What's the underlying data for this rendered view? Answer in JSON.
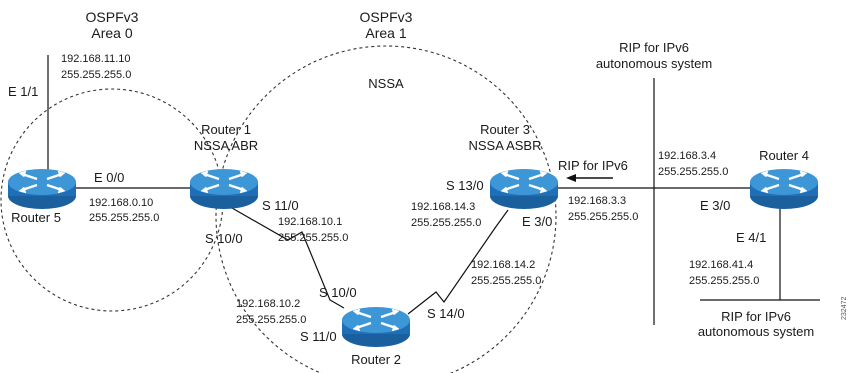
{
  "areas": {
    "area0": {
      "title1": "OSPFv3",
      "title2": "Area 0"
    },
    "area1": {
      "title1": "OSPFv3",
      "title2": "Area 1",
      "nssa": "NSSA"
    }
  },
  "rip_top": {
    "line1": "RIP for IPv6",
    "line2": "autonomous system"
  },
  "rip_bottom": {
    "line1": "RIP for IPv6",
    "line2": "autonomous system"
  },
  "redistribution": {
    "label": "RIP for IPv6"
  },
  "routers": {
    "r1": {
      "name": "Router 1",
      "role": "NSSA ABR"
    },
    "r2": {
      "name": "Router 2"
    },
    "r3": {
      "name": "Router 3",
      "role": "NSSA ASBR"
    },
    "r4": {
      "name": "Router 4"
    },
    "r5": {
      "name": "Router 5"
    }
  },
  "interfaces": {
    "r5_e11": "E 1/1",
    "r5_e00": "E 0/0",
    "r1_s110": "S 11/0",
    "r1_s100": "S 10/0",
    "r2_s100": "S 10/0",
    "r2_s110": "S 11/0",
    "r2_s140": "S 14/0",
    "r3_s130": "S 13/0",
    "r3_e30": "E 3/0",
    "r4_e30": "E 3/0",
    "r4_e41": "E 4/1"
  },
  "addresses": {
    "r5_e11_ip": "192.168.11.10",
    "r5_e11_mask": "255.255.255.0",
    "r5_e00_ip": "192.168.0.10",
    "r5_e00_mask": "255.255.255.0",
    "r1_s110_ip": "192.168.10.1",
    "r1_s110_mask": "255.255.255.0",
    "r2_s110_ip": "192.168.10.2",
    "r2_s110_mask": "255.255.255.0",
    "r3_s130_ip": "192.168.14.3",
    "r3_s130_mask": "255.255.255.0",
    "r2_s140_ip": "192.168.14.2",
    "r2_s140_mask": "255.255.255.0",
    "r3_e30_ip": "192.168.3.3",
    "r3_e30_mask": "255.255.255.0",
    "r4_e30_ip": "192.168.3.4",
    "r4_e30_mask": "255.255.255.0",
    "r4_e41_ip": "192.168.41.4",
    "r4_e41_mask": "255.255.255.0"
  },
  "watermark": "232472",
  "colors": {
    "router_body": "#1f6fb8",
    "router_top": "#3d96d6",
    "router_arrow": "#ffffff"
  }
}
